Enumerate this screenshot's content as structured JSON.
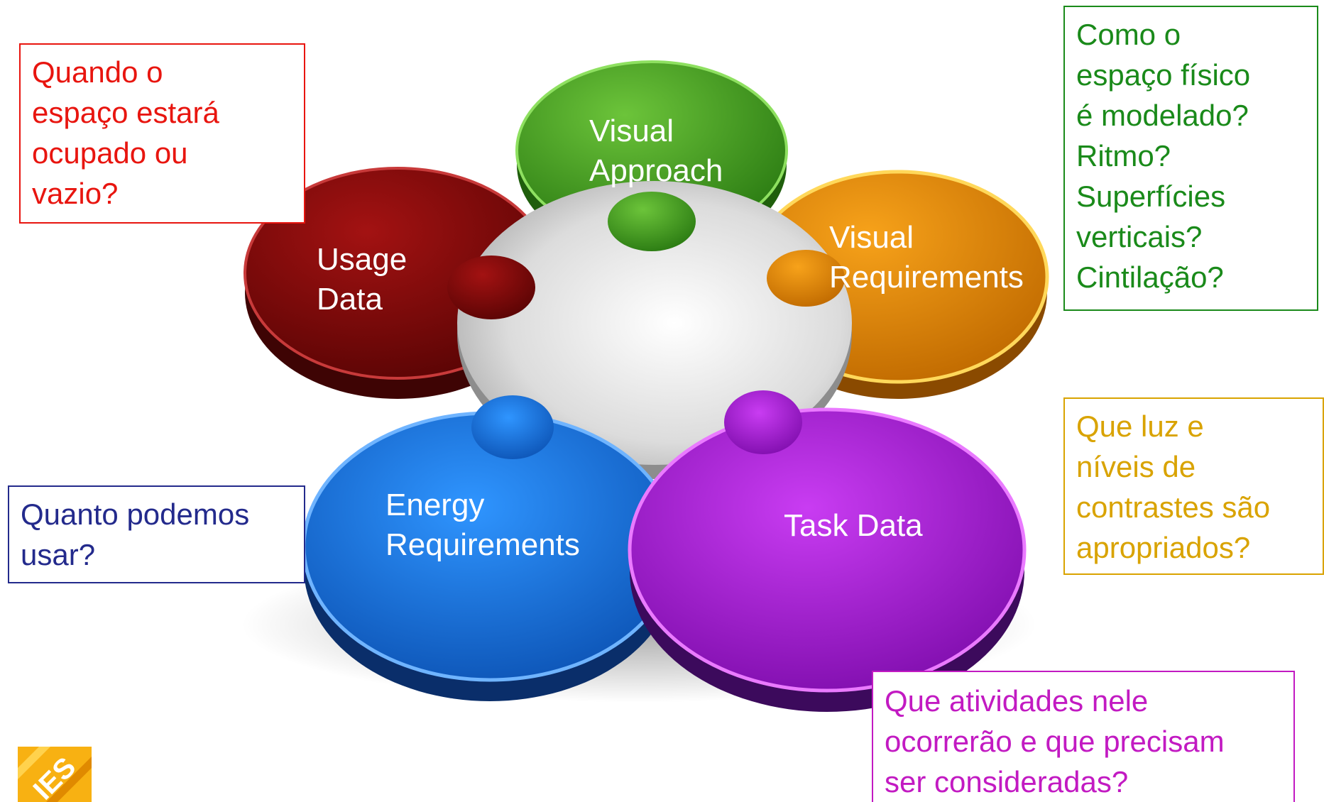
{
  "petals": {
    "visual_approach": {
      "lines": [
        "Visual",
        "Approach"
      ],
      "color": "#3f9a1a"
    },
    "visual_requirements": {
      "lines": [
        "Visual",
        "Requirements"
      ],
      "color": "#e58a00"
    },
    "usage_data": {
      "lines": [
        "Usage",
        "Data"
      ],
      "color": "#8a0a0a"
    },
    "energy_requirements": {
      "lines": [
        "Energy",
        "Requirements"
      ],
      "color": "#1e78e6"
    },
    "task_data": {
      "lines": [
        "Task Data"
      ],
      "color": "#b314e6"
    }
  },
  "callouts": {
    "usage": {
      "lines": [
        "Quando o",
        "espaço estará",
        "ocupado ou",
        "vazio?"
      ],
      "color": "#e8150f"
    },
    "visual_approach": {
      "lines": [
        "Como o",
        "espaço físico",
        "é modelado?",
        "Ritmo?",
        "Superfícies",
        "verticais?",
        "Cintilação?"
      ],
      "color": "#1a8a1a"
    },
    "visual_requirements": {
      "lines": [
        "Que luz e",
        "níveis de",
        "contrastes são",
        "apropriados?"
      ],
      "color": "#d9a300"
    },
    "energy": {
      "lines": [
        "Quanto podemos",
        "usar?"
      ],
      "color": "#232a8c"
    },
    "task": {
      "lines": [
        "Que atividades nele",
        "ocorrerão e que precisam",
        "ser consideradas?"
      ],
      "color": "#c21ac2"
    }
  },
  "logo": {
    "text": "IES",
    "color": "#f5a300"
  }
}
